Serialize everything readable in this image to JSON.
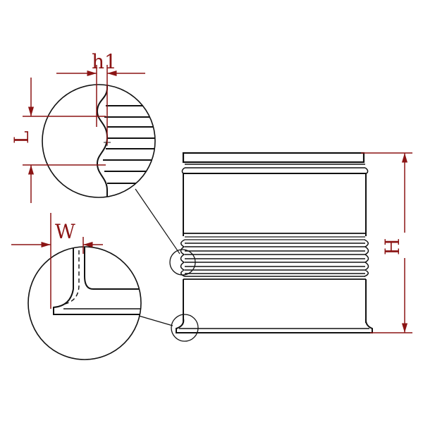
{
  "labels": {
    "h1": "h1",
    "L": "L",
    "W": "W",
    "H": "H"
  },
  "colors": {
    "outline": "#111111",
    "dimension": "#8b1414",
    "background": "#ffffff"
  }
}
